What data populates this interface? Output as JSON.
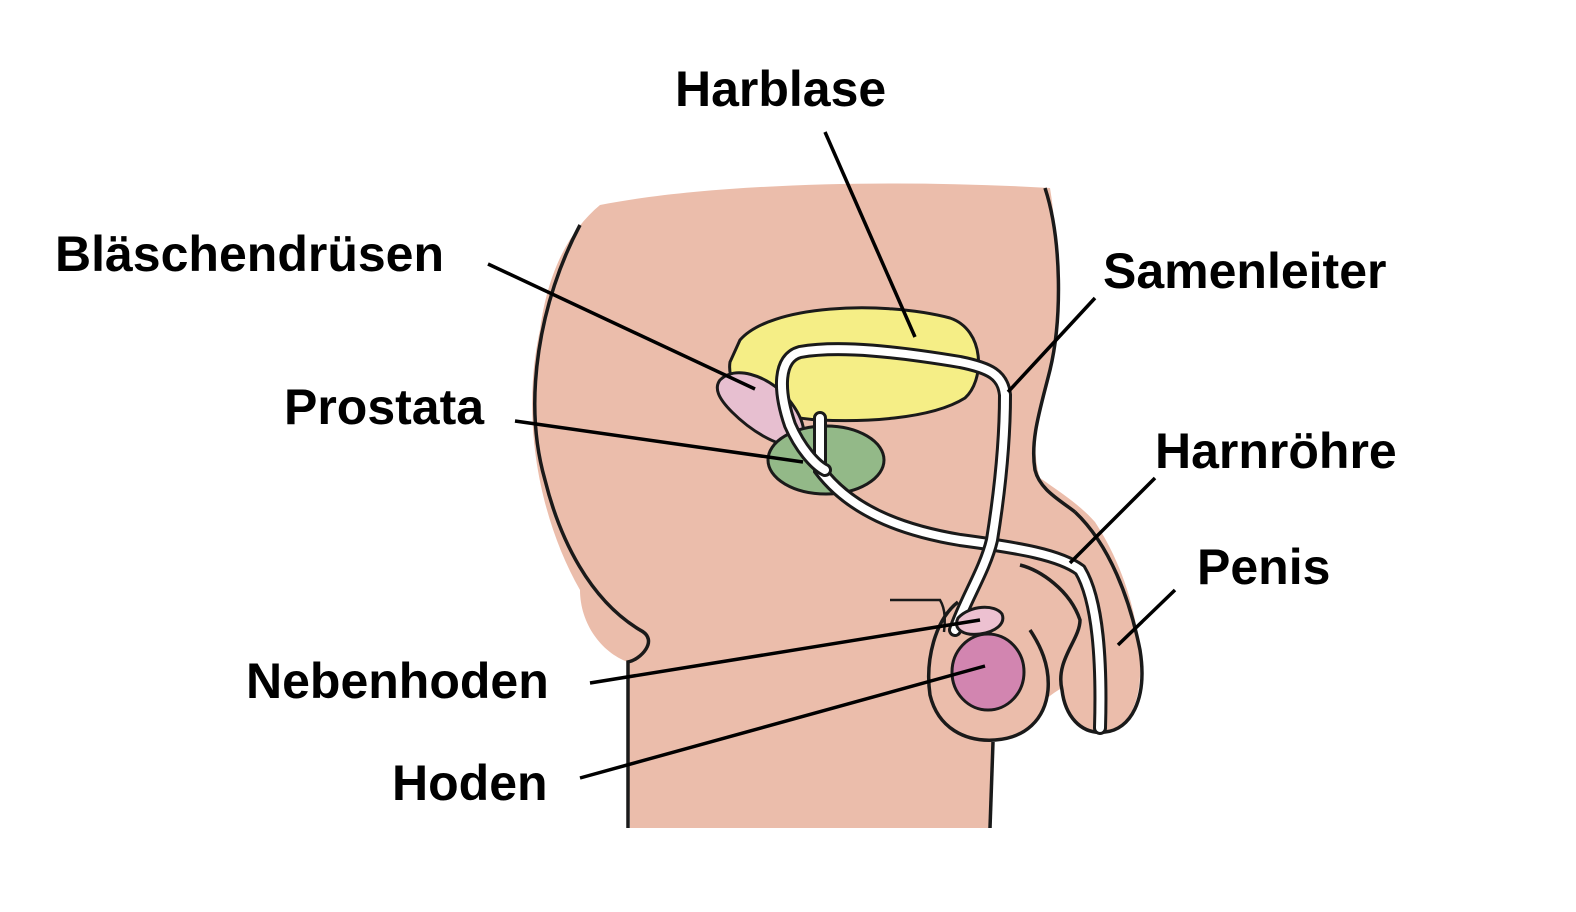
{
  "diagram": {
    "labels": {
      "harblase": "Harblase",
      "blaeschendruesen": "Bläschendrüsen",
      "samenleiter": "Samenleiter",
      "prostata": "Prostata",
      "harnroehre": "Harnröhre",
      "penis": "Penis",
      "nebenhoden": "Nebenhoden",
      "hoden": "Hoden"
    },
    "colors": {
      "skin": "#ebbdab",
      "outline": "#1a1a1a",
      "bladder": "#f5ee86",
      "seminal_vesicle": "#e7bfd0",
      "prostate": "#93b988",
      "epididymis": "#edc1d1",
      "testis": "#d285b0",
      "duct": "#ffffff"
    }
  }
}
